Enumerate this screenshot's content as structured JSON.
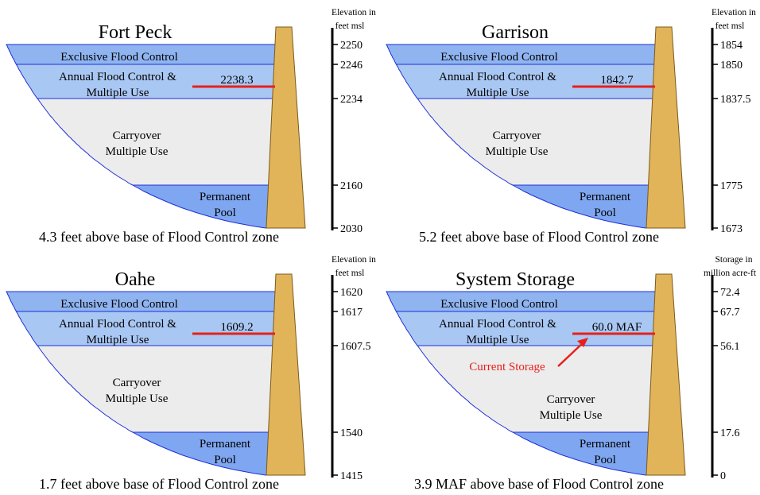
{
  "colors": {
    "exclusive": "#8fb4f0",
    "annual": "#a9c7f3",
    "carryover": "#ececec",
    "permanent": "#7fa6f0",
    "outline": "#1e2fd8",
    "dam": "#e2b45a",
    "current_line": "#e8201a"
  },
  "zone_labels": {
    "exclusive": "Exclusive Flood Control",
    "annual_1": "Annual Flood Control &",
    "annual_2": "Multiple Use",
    "carry_1": "Carryover",
    "carry_2": "Multiple Use",
    "perm_1": "Permanent",
    "perm_2": "Pool"
  },
  "panels": [
    {
      "title": "Fort Peck",
      "axis_header_1": "Elevation in",
      "axis_header_2": "feet msl",
      "ticks": [
        "2250",
        "2246",
        "2234",
        "2160",
        "2030"
      ],
      "current_value": "2238.3",
      "caption": "4.3 feet above base of Flood Control zone"
    },
    {
      "title": "Garrison",
      "axis_header_1": "Elevation in",
      "axis_header_2": "feet msl",
      "ticks": [
        "1854",
        "1850",
        "1837.5",
        "1775",
        "1673"
      ],
      "current_value": "1842.7",
      "caption": "5.2 feet above base of Flood Control zone"
    },
    {
      "title": "Oahe",
      "axis_header_1": "Elevation in",
      "axis_header_2": "feet msl",
      "ticks": [
        "1620",
        "1617",
        "1607.5",
        "1540",
        "1415"
      ],
      "current_value": "1609.2",
      "caption": "1.7 feet above base of Flood Control zone"
    },
    {
      "title": "System Storage",
      "axis_header_1": "Storage in",
      "axis_header_2": "million acre-ft",
      "ticks": [
        "72.4",
        "67.7",
        "56.1",
        "17.6",
        "0"
      ],
      "current_value": "60.0 MAF",
      "current_storage_label": "Current Storage",
      "caption": "3.9 MAF above base of Flood Control zone"
    }
  ]
}
